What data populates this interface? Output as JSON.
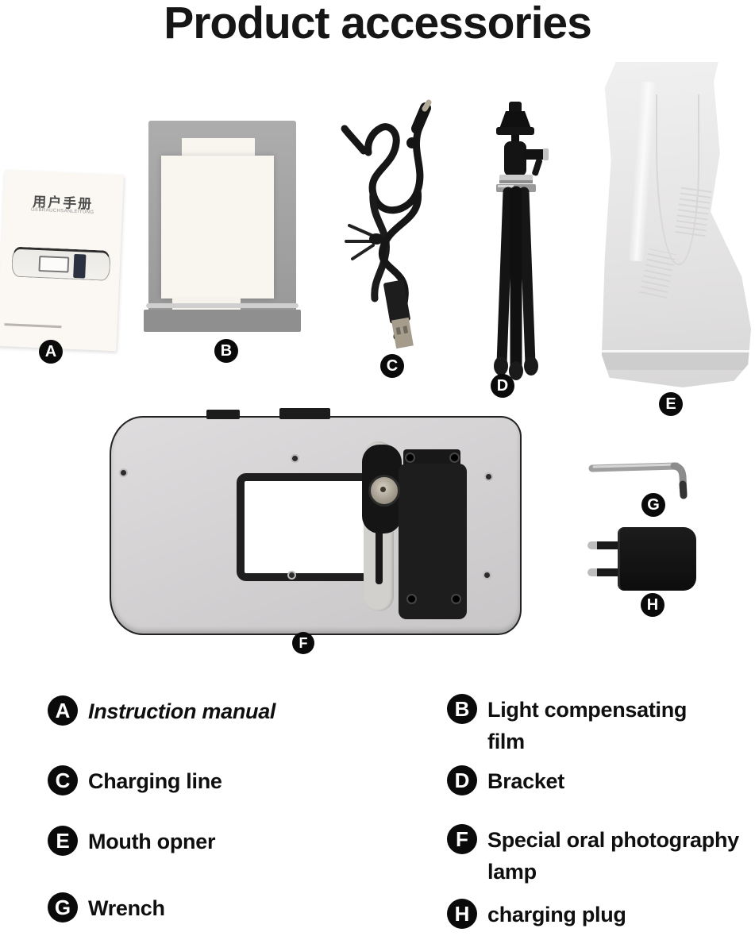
{
  "title": "Product accessories",
  "manual_cover": {
    "title": "用户手册",
    "subtitle": "GEBRAUCHSANLEITUNG"
  },
  "photo_labels": {
    "a": "A",
    "b": "B",
    "c": "C",
    "d": "D",
    "e": "E",
    "f": "F",
    "g": "G",
    "h": "H"
  },
  "legend": {
    "left": [
      {
        "letter": "A",
        "label": "Instruction manual"
      },
      {
        "letter": "C",
        "label": "Charging line"
      },
      {
        "letter": "E",
        "label": "Mouth opner"
      },
      {
        "letter": "G",
        "label": "Wrench"
      }
    ],
    "right": [
      {
        "letter": "B",
        "label": "Light compensating film"
      },
      {
        "letter": "D",
        "label": "Bracket"
      },
      {
        "letter": "F",
        "label": "Special oral photography lamp"
      },
      {
        "letter": "H",
        "label": "charging plug"
      }
    ]
  },
  "colors": {
    "label_circle": "#0a0a0a",
    "text": "#111111",
    "bag_gray": "#a2a2a2",
    "panel_gray": "#d5d3d4"
  }
}
